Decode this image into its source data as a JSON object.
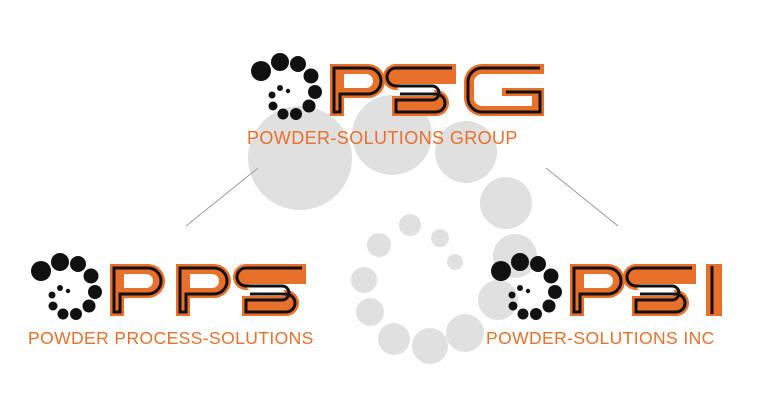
{
  "brand_colors": {
    "orange": "#e8702a",
    "black": "#111111",
    "swirl_gray": "#dcdcdc",
    "line_gray": "#9a9a9a"
  },
  "group": {
    "name": "PSG",
    "tagline": "POWDER-SOLUTIONS GROUP",
    "icon": "dot-spiral-icon"
  },
  "subsidiaries": [
    {
      "name": "PPS",
      "tagline": "POWDER PROCESS-SOLUTIONS",
      "icon": "dot-spiral-icon"
    },
    {
      "name": "PSI",
      "tagline": "POWDER-SOLUTIONS INC",
      "icon": "dot-spiral-icon"
    }
  ]
}
